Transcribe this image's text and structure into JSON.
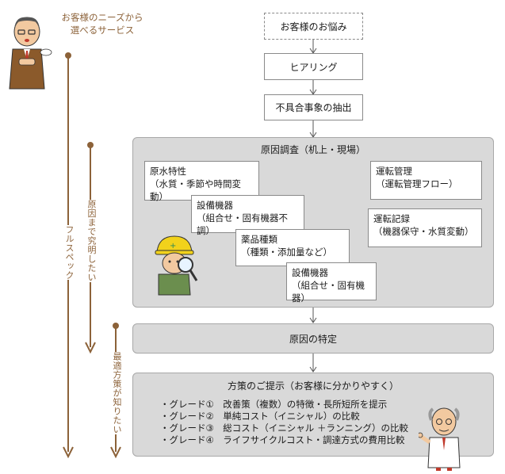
{
  "header": {
    "note_line1": "お客様のニーズから",
    "note_line2": "選べるサービス"
  },
  "flow": {
    "step1": "お客様のお悩み",
    "step2": "ヒアリング",
    "step3": "不具合事象の抽出",
    "investigation": {
      "title": "原因調査（机上・現場）",
      "cards": [
        {
          "title": "原水特性",
          "detail": "（水質・季節や時間変動）"
        },
        {
          "title": "設備機器",
          "detail": "（組合せ・固有機器不調）"
        },
        {
          "title": "薬品種類",
          "detail": "（種類・添加量など）"
        },
        {
          "title": "設備機器",
          "detail": "（組合せ・固有機器）"
        },
        {
          "title": "運転管理",
          "detail": "（運転管理フロー）"
        },
        {
          "title": "運転記録",
          "detail": "（機器保守・水質変動）"
        }
      ]
    },
    "identify": "原因の特定",
    "proposal": {
      "title": "方策のご提示（お客様に分かりやすく）",
      "grades": [
        "・グレード①　改善策（複数）の特徴・長所短所を提示",
        "・グレード②　単純コスト（イニシャル）の比較",
        "・グレード③　総コスト（イニシャル ＋ランニング）の比較",
        "・グレード④　ライフサイクルコスト・調達方式の費用比較"
      ]
    }
  },
  "arrows": {
    "full_spec": "フルスペック",
    "cause_only": "原因まで究明したい",
    "best_policy": "最適方策が知りたい"
  },
  "colors": {
    "arrow_brown": "#8c6239",
    "panel_gray": "#d9d9d9",
    "connector": "#555555"
  }
}
